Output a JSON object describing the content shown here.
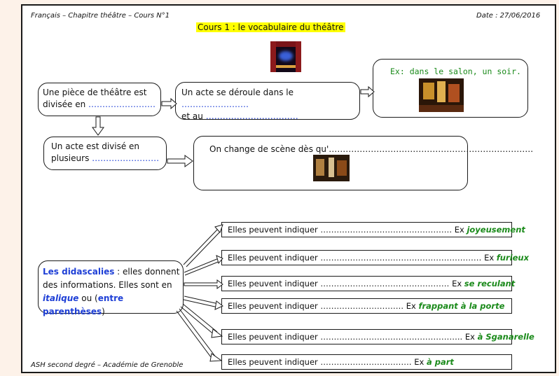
{
  "header": {
    "left": "Français – Chapitre théâtre – Cours N°1",
    "right": "Date : 27/06/2016",
    "title": "Cours 1 : le vocabulaire du théâtre"
  },
  "boxes": {
    "piece": {
      "line1": "Une pièce de théâtre est",
      "line2": "divisée en",
      "dots": "……………………"
    },
    "acte_deroule": {
      "line1": "Un acte se déroule dans le",
      "dots1": "……………………",
      "line2": "et au",
      "dots2": "……………………………"
    },
    "exemple": {
      "text": "Ex: dans le salon, un soir."
    },
    "acte_divise": {
      "line1": "Un acte est divisé en",
      "line2": "plusieurs",
      "dots": "……………………"
    },
    "scene": {
      "text": "On change de scène dès qu'",
      "dots": "………………………………………………………………."
    }
  },
  "didascalies": {
    "term": "Les didascalies",
    "text1": " : elles donnent",
    "text2": "des informations. Elles sont en",
    "italic_word": "italique",
    "ou": " ou (",
    "parentheses_word": "entre parenthèses",
    "close": ")"
  },
  "indications": [
    {
      "label": "Elles peuvent indiquer",
      "dots": "………………………………………….",
      "ex": "Ex",
      "example": "joyeusement"
    },
    {
      "label": "Elles peuvent indiquer",
      "dots": "……………………………………………………",
      "ex": "Ex",
      "example": "furieux"
    },
    {
      "label": "Elles peuvent indiquer",
      "dots": "…………………………………………",
      "ex": "Ex",
      "example": "se reculant"
    },
    {
      "label": "Elles peuvent indiquer",
      "dots": "………………………….",
      "ex": "Ex",
      "example": "frappant à la porte"
    },
    {
      "label": "Elles peuvent indiquer",
      "dots": "……………………………………………..",
      "ex": "Ex",
      "example": "à Sganarelle"
    },
    {
      "label": "Elles peuvent indiquer",
      "dots": "…………………………….",
      "ex": "Ex",
      "example": "à part"
    }
  ],
  "footer": "ASH second degré – Académie de Grenoble"
}
